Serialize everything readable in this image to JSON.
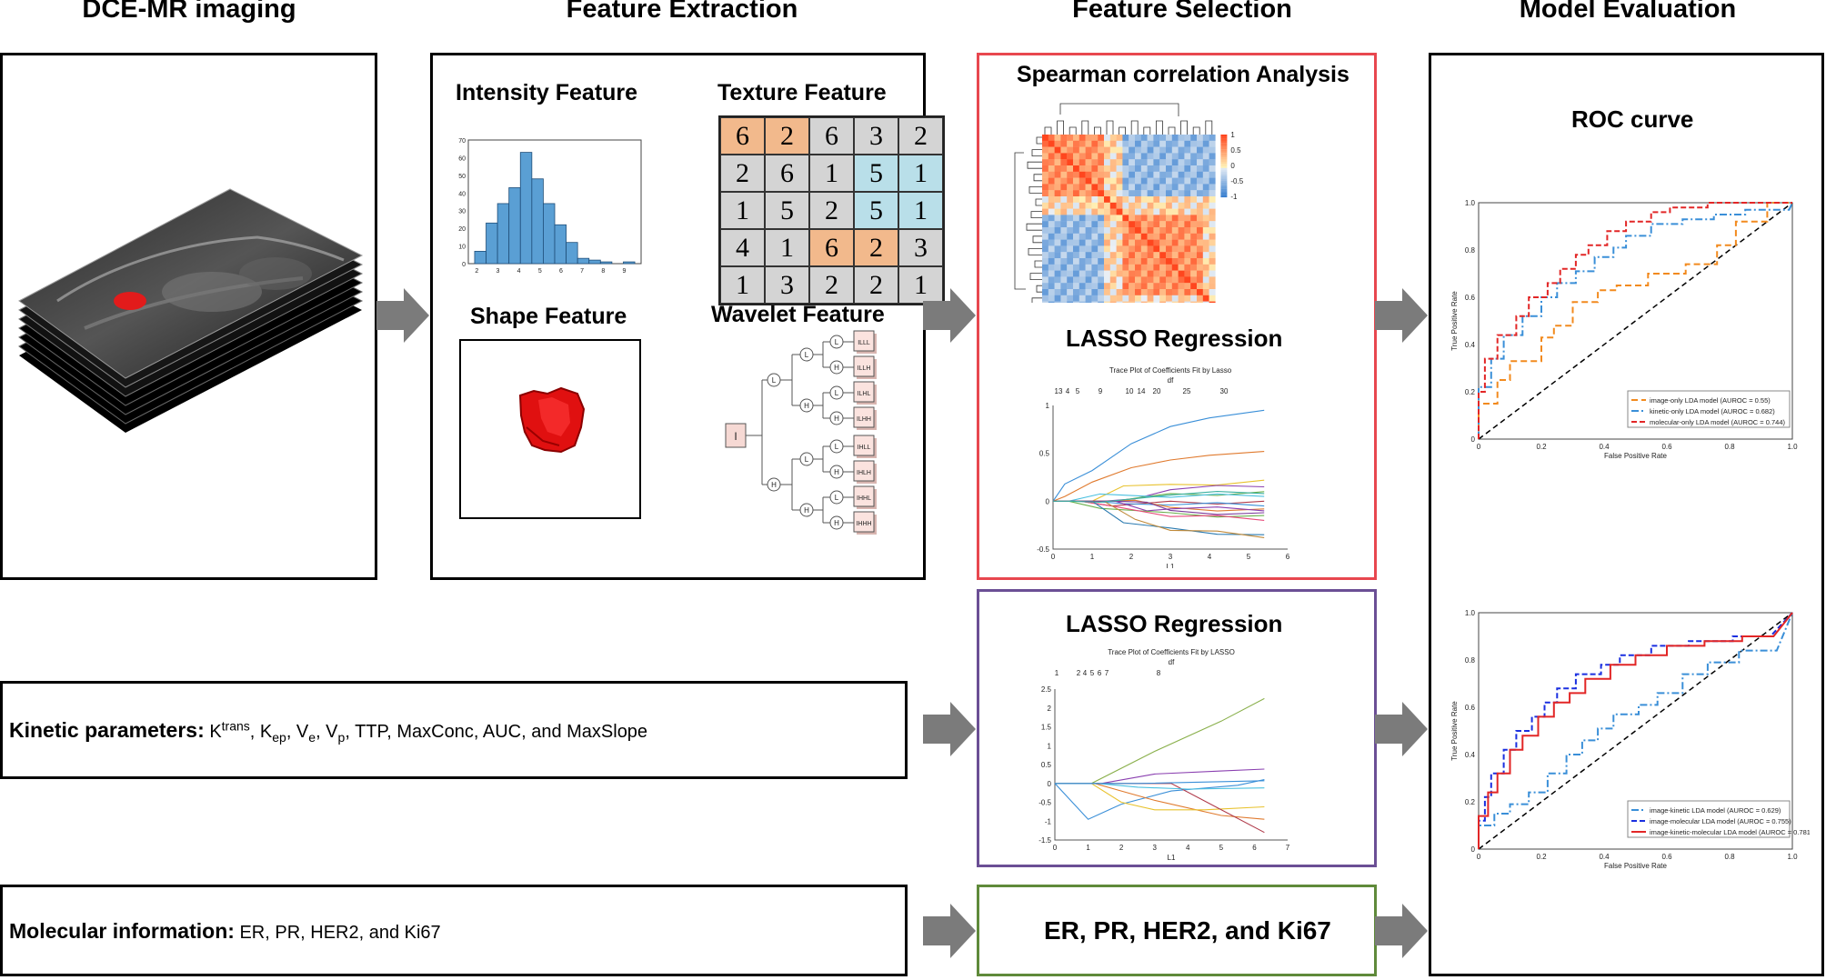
{
  "headers": {
    "imaging": "DCE-MR imaging",
    "extraction": "Feature Extraction",
    "selection": "Feature Selection",
    "evaluation": "Model Evaluation"
  },
  "extraction": {
    "intensity_title": "Intensity Feature",
    "texture_title": "Texture Feature",
    "shape_title": "Shape Feature",
    "wavelet_title": "Wavelet Feature",
    "texture_matrix": [
      [
        "6",
        "2",
        "6",
        "3",
        "2"
      ],
      [
        "2",
        "6",
        "1",
        "5",
        "1"
      ],
      [
        "1",
        "5",
        "2",
        "5",
        "1"
      ],
      [
        "4",
        "1",
        "6",
        "2",
        "3"
      ],
      [
        "1",
        "3",
        "2",
        "2",
        "1"
      ]
    ],
    "histogram": {
      "x_ticks": [
        "2",
        "3",
        "4",
        "5",
        "6",
        "7",
        "8",
        "9"
      ],
      "y_ticks": [
        "0",
        "10",
        "20",
        "30",
        "40",
        "50",
        "60",
        "70"
      ],
      "bars": [
        7,
        23,
        34,
        43,
        63,
        48,
        34,
        22,
        12,
        3,
        2,
        1,
        0,
        1
      ]
    },
    "wavelet": {
      "root": "I",
      "node_l": "L",
      "node_h": "H",
      "outputs": [
        "I_LLL",
        "I_LLH",
        "I_LHL",
        "I_LHH",
        "I_HLL",
        "I_HLH",
        "I_HHL",
        "I_HHH"
      ]
    }
  },
  "selection": {
    "spearman_title": "Spearman correlation Analysis",
    "colorbar_ticks": [
      "1",
      "0.5",
      "0",
      "-0.5",
      "-1"
    ],
    "lasso1": {
      "title": "LASSO Regression",
      "plot_title": "Trace Plot of Coefficients Fit by Lasso",
      "df_label": "df",
      "df_ticks": [
        "13",
        "4",
        "5",
        "9",
        "10",
        "14",
        "20",
        "25",
        "30"
      ],
      "y_ticks": [
        "1",
        "0.5",
        "0",
        "-0.5"
      ],
      "x_ticks": [
        "0",
        "1",
        "2",
        "3",
        "4",
        "5",
        "6"
      ],
      "xlabel": "L1"
    },
    "lasso2": {
      "title": "LASSO Regression",
      "plot_title": "Trace Plot of Coefficients Fit by LASSO",
      "df_label": "df",
      "df_ticks": [
        "1",
        "2",
        "4",
        "5",
        "6",
        "7",
        "8"
      ],
      "y_ticks": [
        "2.5",
        "2",
        "1.5",
        "1",
        "0.5",
        "0",
        "-0.5",
        "-1",
        "-1.5"
      ],
      "x_ticks": [
        "0",
        "1",
        "2",
        "3",
        "4",
        "5",
        "6",
        "7"
      ],
      "xlabel": "L1"
    },
    "molecular": "ER, PR, HER2, and Ki67"
  },
  "inputs": {
    "kinetic_label": "Kinetic parameters:",
    "kinetic_text": "K",
    "kinetic_sup": "trans",
    "kinetic_rest": ", K",
    "kinetic_kep_sub": "ep",
    "kinetic_ve": ", V",
    "kinetic_ve_sub": "e",
    "kinetic_vp": ", V",
    "kinetic_vp_sub": "p",
    "kinetic_tail": ", TTP, MaxConc, AUC, and MaxSlope",
    "molecular_label": "Molecular information:",
    "molecular_text": "ER, PR, HER2, and Ki67"
  },
  "evaluation": {
    "roc_title": "ROC curve",
    "xlabel": "False Positive Rate",
    "ylabel": "True Positive Rate",
    "ticks": [
      "0",
      "0.2",
      "0.4",
      "0.6",
      "0.8",
      "1.0"
    ],
    "roc1_legend": [
      {
        "label": "image-only LDA model (AUROC = 0.55)",
        "color": "#f28a1e"
      },
      {
        "label": "kinetic-only LDA model (AUROC = 0.682)",
        "color": "#3a8fd8"
      },
      {
        "label": "molecular-only LDA model (AUROC = 0.744)",
        "color": "#e22626"
      }
    ],
    "roc2_legend": [
      {
        "label": "image-kinetic LDA model (AUROC = 0.629)",
        "color": "#3a8fd8"
      },
      {
        "label": "image-molecular LDA model (AUROC = 0.755)",
        "color": "#1a2fe0"
      },
      {
        "label": "image-kinetic-molecular LDA model (AUROC = 0.781)",
        "color": "#e22626"
      }
    ]
  },
  "colors": {
    "arrow": "#7b7b7b",
    "red_frame": "#e8474f",
    "purple_frame": "#6b4f95",
    "green_frame": "#5f8a3a",
    "histogram_bar": "#5a9fd4"
  }
}
